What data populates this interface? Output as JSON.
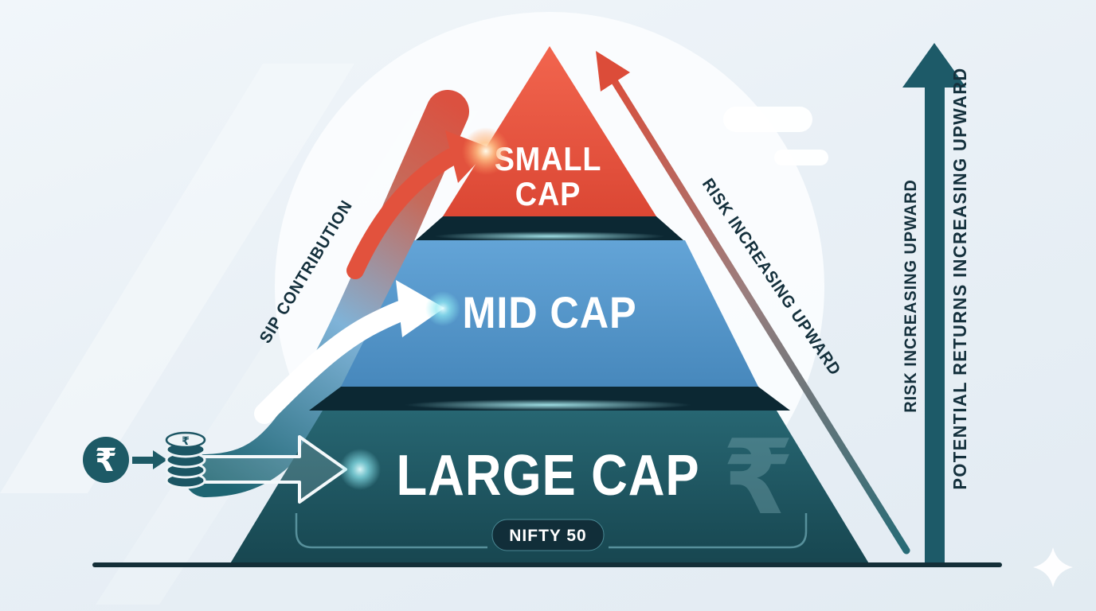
{
  "pyramid": {
    "levels": [
      {
        "name": "small-cap",
        "label": "SMALL CAP",
        "lines": [
          "SMALL",
          "CAP"
        ],
        "color": "#E8533E"
      },
      {
        "name": "mid-cap",
        "label": "MID CAP",
        "color": "#559BCE"
      },
      {
        "name": "large-cap",
        "label": "LARGE CAP",
        "color": "#1E5A68"
      }
    ],
    "badge": "NIFTY 50",
    "watermark_symbol": "₹"
  },
  "flow": {
    "label": "SIP CONTRIBUTION",
    "source_symbol": "₹",
    "coin_symbol": "₹"
  },
  "axes": {
    "diagonal_label": "RISK INCREASING UPWARD",
    "vertical_risk_label": "RISK INCREASING UPWARD",
    "vertical_returns_label": "POTENTIAL RETURNS INCREASING UPWARD"
  },
  "colors": {
    "background": "#E9F0F6",
    "small_cap": "#E8533E",
    "mid_cap": "#559BCE",
    "large_cap": "#1E5A68",
    "plinth_band": "#0C2833",
    "accent_cyan": "#8EE9F2",
    "arrow_red": "#DC4C39",
    "arrow_teal": "#1D5A68",
    "text_dark": "#14303C",
    "badge_fill": "#112E39"
  }
}
